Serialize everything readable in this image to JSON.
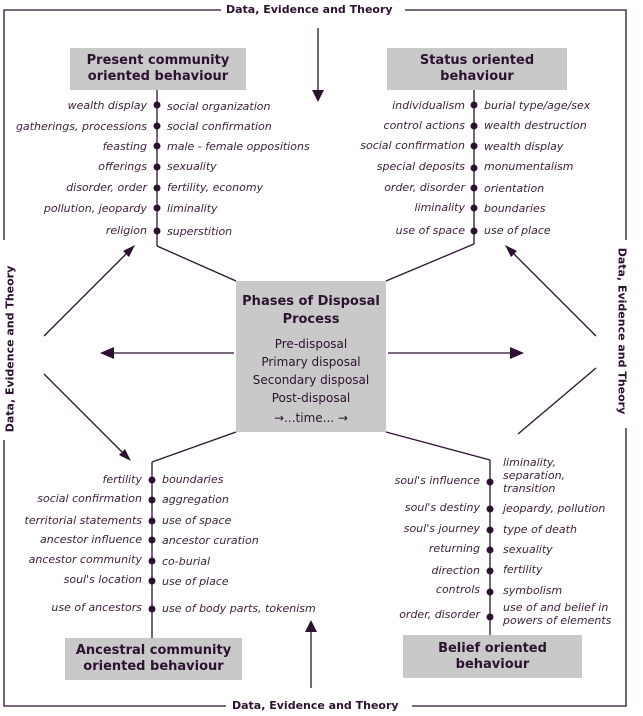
{
  "frame": {
    "top_label": "Data, Evidence and Theory",
    "bottom_label": "Data, Evidence and Theory",
    "left_label": "Data, Evidence and Theory",
    "right_label": "Data, Evidence and Theory"
  },
  "center": {
    "title": "Phases of Disposal\nProcess",
    "phases": [
      "Pre-disposal",
      "Primary disposal",
      "Secondary disposal",
      "Post-disposal"
    ],
    "time_label": "→...time... →"
  },
  "quadrants": {
    "present": {
      "title": "Present community\noriented behaviour",
      "left": [
        "wealth display",
        "gatherings, processions",
        "feasting",
        "offerings",
        "disorder, order",
        "pollution, jeopardy",
        "religion"
      ],
      "right": [
        "social organization",
        "social confirmation",
        "male - female oppositions",
        "sexuality",
        "fertility, economy",
        "liminality",
        "superstition"
      ]
    },
    "status": {
      "title": "Status oriented\nbehaviour",
      "left": [
        "individualism",
        "control actions",
        "social confirmation",
        "special deposits",
        "order, disorder",
        "liminality",
        "use of space"
      ],
      "right": [
        "burial type/age/sex",
        "wealth destruction",
        "wealth display",
        "monumentalism",
        "orientation",
        "boundaries",
        "use of place"
      ]
    },
    "ancestral": {
      "title": "Ancestral community\noriented behaviour",
      "left": [
        "fertility",
        "social confirmation",
        "territorial statements",
        "ancestor influence",
        "ancestor community",
        "soul's location",
        "use of ancestors"
      ],
      "right": [
        "boundaries",
        "aggregation",
        "use of space",
        "ancestor curation",
        "co-burial",
        "use of place",
        "use of body parts, tokenism"
      ]
    },
    "belief": {
      "title": "Belief oriented\nbehaviour",
      "left": [
        "soul's influence",
        "soul's destiny",
        "soul's journey",
        "returning",
        "direction",
        "controls",
        "order, disorder"
      ],
      "right": [
        "liminality,\nseparation,\ntransition",
        "jeopardy, pollution",
        "type of death",
        "sexuality",
        "fertility",
        "symbolism",
        "use of and belief in\npowers of elements"
      ]
    }
  },
  "colors": {
    "line": "#2c1230",
    "box": "#c9c9c9",
    "text": "#3a1f3a"
  }
}
